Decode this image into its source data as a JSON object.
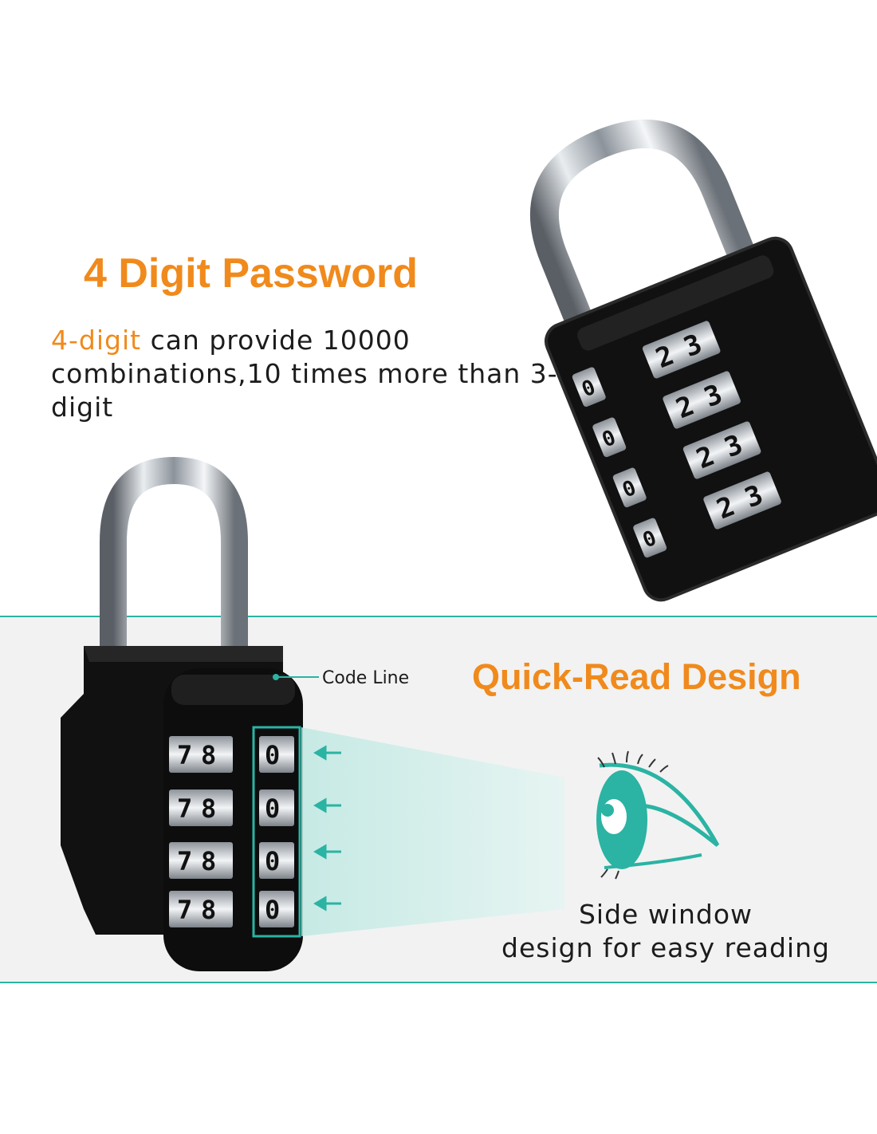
{
  "section_top": {
    "title": "4 Digit Password",
    "description_highlight": "4-digit",
    "description_rest": " can provide 10000 combinations,10 times more than 3-digit"
  },
  "section_bottom": {
    "title": "Quick-Read Design",
    "code_line_label": "Code Line",
    "side_window_text_line1": "Side window",
    "side_window_text_line2": "design for easy reading"
  },
  "lock_top": {
    "dial_front_digits": [
      "2",
      "3"
    ],
    "dial_side_digit": "0"
  },
  "lock_bottom": {
    "dial_front_digits": [
      "7",
      "8"
    ],
    "dial_side_digit": "0"
  },
  "colors": {
    "accent_orange": "#f08a1c",
    "accent_teal": "#2bb3a3",
    "lock_body": "#111111"
  }
}
